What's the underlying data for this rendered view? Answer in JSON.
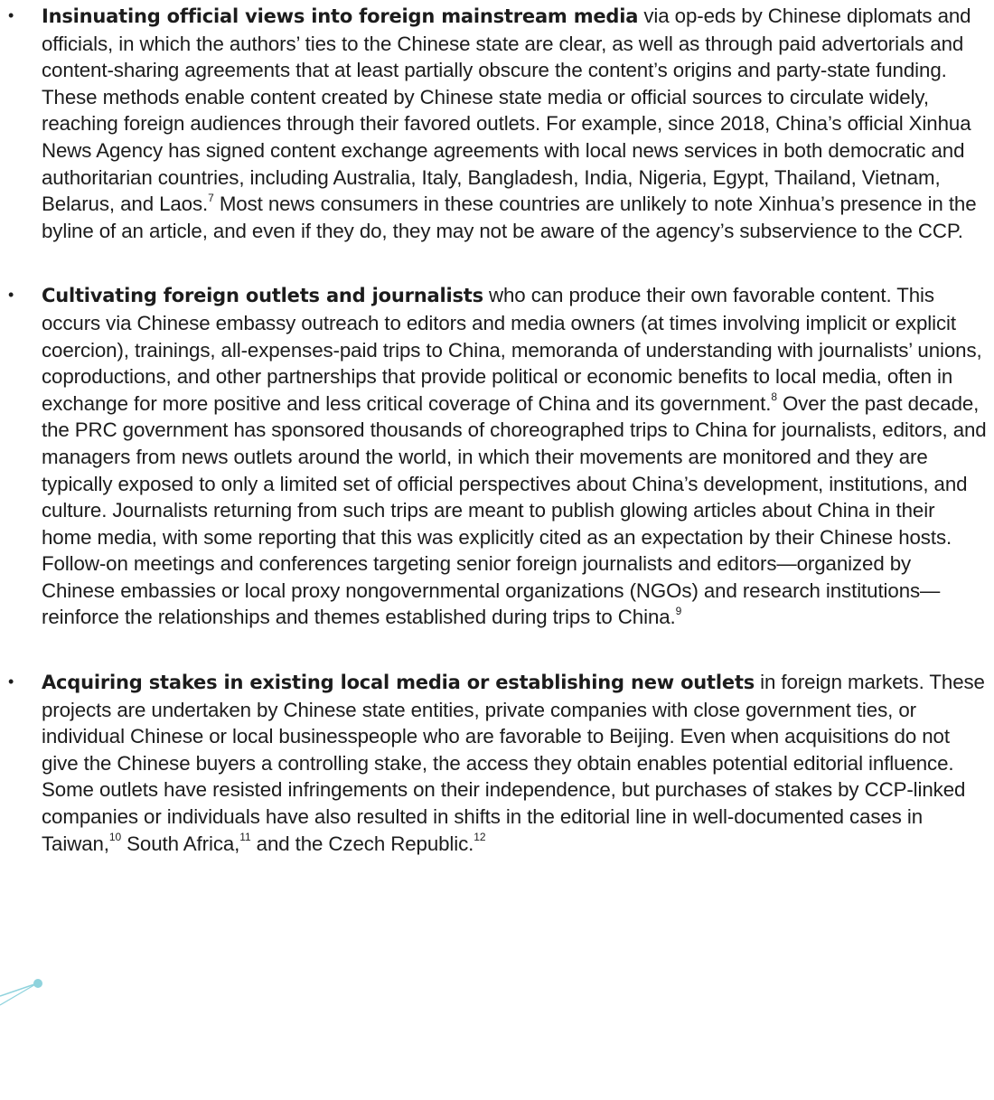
{
  "bullets": [
    {
      "lead": "Insinuating official views into foreign mainstream media",
      "segments": [
        {
          "text": " via op-eds by Chinese diplomats and officials, in which the authors’ ties to the Chinese state are clear, as well as through paid advertorials and content-sharing agreements that at least partially obscure the content’s origins and party-state funding. These methods enable content created by Chinese state media or official sources to circulate widely, reaching foreign audiences through their favored outlets. For example, since 2018, China’s official Xinhua News Agency has signed content exchange agreements with local news services in both democratic and authoritarian countries, including Australia, Italy, Bangladesh, India, Nigeria, Egypt, Thailand, Vietnam, Belarus, and Laos."
        },
        {
          "sup": "7"
        },
        {
          "text": " Most news consumers in these countries are unlikely to note Xinhua’s presence in the byline of an article, and even if they do, they may not be aware of the agency’s subservience to the CCP."
        }
      ]
    },
    {
      "lead": "Cultivating foreign outlets and journalists",
      "segments": [
        {
          "text": " who can produce their own favorable content. This occurs via Chinese embassy outreach to editors and media owners (at times involving implicit or explicit coercion), trainings, all-expenses-paid trips to China, memoranda of understanding with journalists’ unions, coproductions, and other partnerships that provide political or economic benefits to local media, often in exchange for more positive and less critical coverage of China and its government."
        },
        {
          "sup": "8"
        },
        {
          "text": " Over the past decade, the PRC government has sponsored thousands of choreographed trips to China for journalists, editors, and managers from news outlets around the world, in which their movements are monitored and they are typically exposed to only a limited set of official perspectives about China’s development, institutions, and culture. Journalists returning from such trips are meant to publish glowing articles about China in their home media, with some reporting that this was explicitly cited as an expectation by their Chinese hosts. Follow-on meetings and conferences targeting senior foreign journalists and editors—organized by Chinese embassies or local proxy nongovernmental organizations (NGOs) and research institutions—reinforce the relationships and themes established during trips to China."
        },
        {
          "sup": "9"
        }
      ]
    },
    {
      "lead": "Acquiring stakes in existing local media or establishing new outlets",
      "segments": [
        {
          "text": " in foreign markets. These projects are undertaken by Chinese state entities, private companies with close government ties, or individual Chinese or local businesspeople who are favorable to Beijing. Even when acquisitions do not give the Chinese buyers a controlling stake, the access they obtain enables potential editorial influence. Some outlets have resisted infringements on their independence, but purchases of stakes by CCP-linked companies or individuals have also resulted in shifts in the editorial line in well-documented cases in Taiwan,"
        },
        {
          "sup": "10"
        },
        {
          "text": " South Africa,"
        },
        {
          "sup": "11"
        },
        {
          "text": " and the Czech Republic."
        },
        {
          "sup": "12"
        }
      ]
    }
  ],
  "colors": {
    "text": "#1c1c1c",
    "accent": "#8fd3dd"
  }
}
